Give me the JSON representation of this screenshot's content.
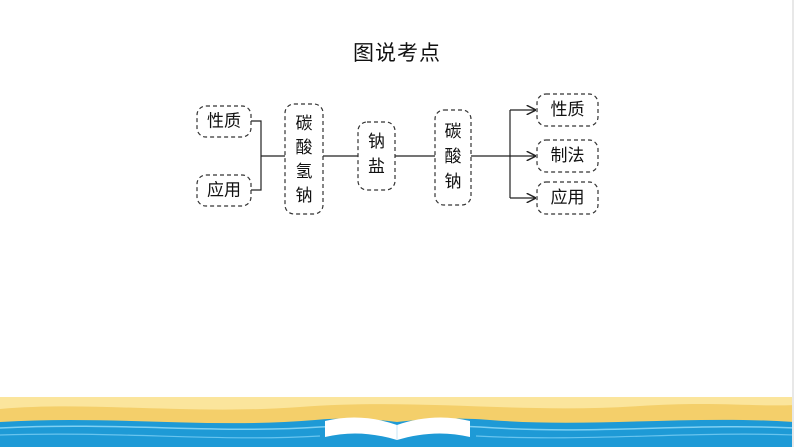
{
  "title": "图说考点",
  "nodes": {
    "left_property": "性质",
    "left_application": "应用",
    "sodium_bicarbonate": [
      "碳",
      "酸",
      "氢",
      "钠"
    ],
    "sodium_salt": [
      "钠",
      "盐"
    ],
    "sodium_carbonate": [
      "碳",
      "酸",
      "钠"
    ],
    "right_property": "性质",
    "right_preparation": "制法",
    "right_application": "应用"
  },
  "colors": {
    "line": "#222222",
    "border": "#333333",
    "sand": "#f4cf6a",
    "sand_light": "#fbe59c",
    "water": "#1e9ad6",
    "water_light": "#7fd0f2",
    "book": "#ffffff"
  }
}
